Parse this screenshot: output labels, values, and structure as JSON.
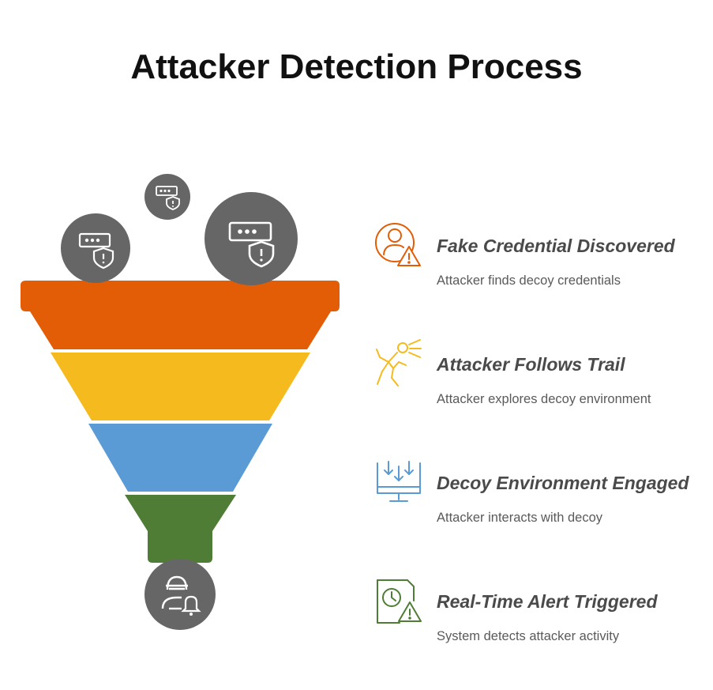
{
  "title": "Attacker Detection Process",
  "colors": {
    "stage1": "#e35c06",
    "stage2": "#f5bb1e",
    "stage3": "#5b9bd5",
    "stage4": "#4f7d36",
    "bubble": "#666666",
    "heading": "#4a4a4a",
    "description": "#5a5a5a"
  },
  "steps": [
    {
      "title": "Fake Credential Discovered",
      "description": "Attacker finds decoy credentials",
      "icon": "user-warning-icon",
      "color": "#e35c06"
    },
    {
      "title": "Attacker Follows Trail",
      "description": "Attacker explores decoy environment",
      "icon": "running-person-icon",
      "color": "#f5bb1e"
    },
    {
      "title": "Decoy Environment Engaged",
      "description": "Attacker interacts with decoy",
      "icon": "monitor-download-icon",
      "color": "#5b9bd5"
    },
    {
      "title": "Real-Time Alert Triggered",
      "description": "System detects attacker activity",
      "icon": "clock-warning-document-icon",
      "color": "#4f7d36"
    }
  ],
  "funnel_inputs": [
    {
      "icon": "credential-shield-icon"
    },
    {
      "icon": "credential-shield-icon"
    },
    {
      "icon": "credential-shield-icon"
    }
  ],
  "funnel_output": {
    "icon": "attacker-alert-icon"
  }
}
